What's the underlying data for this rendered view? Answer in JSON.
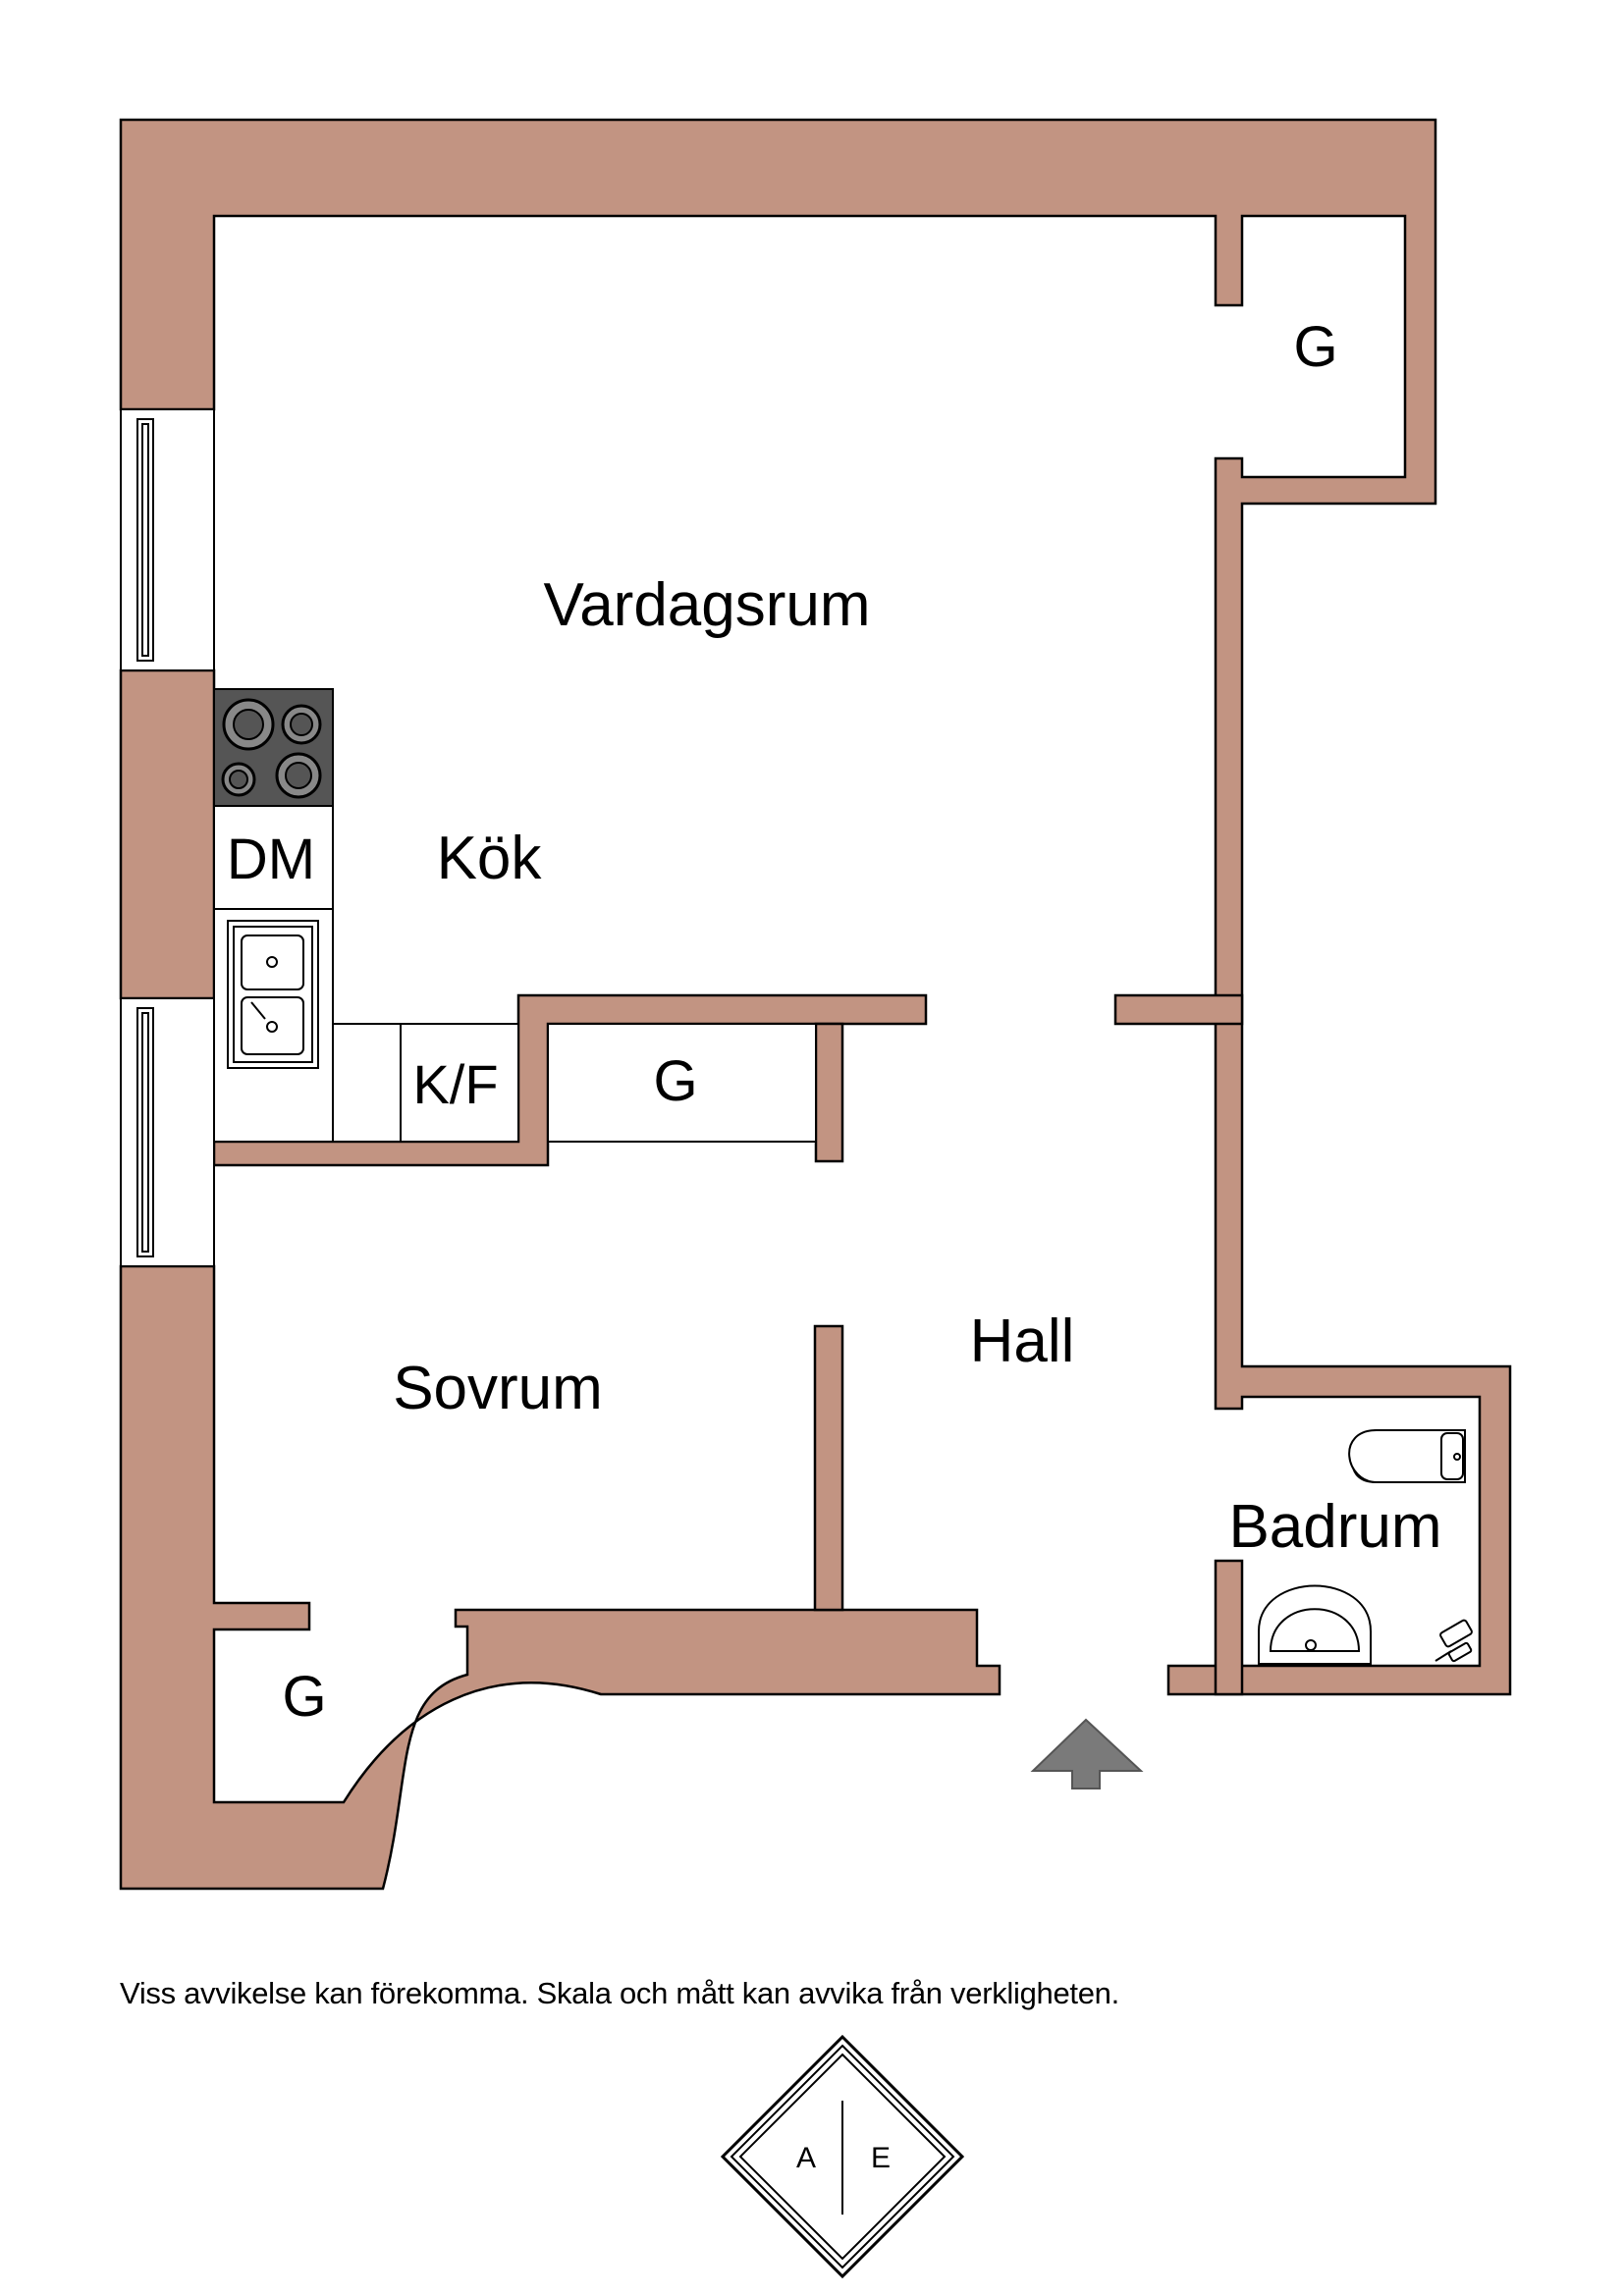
{
  "colors": {
    "wall": "#c29482",
    "outline": "#000000",
    "stove": "#555555",
    "arrow": "#7a7a7a",
    "background": "#ffffff"
  },
  "rooms": {
    "vardagsrum": "Vardagsrum",
    "kok": "Kök",
    "hall": "Hall",
    "sovrum": "Sovrum",
    "badrum": "Badrum",
    "closet_top_right": "G",
    "closet_middle": "G",
    "closet_bottom_left": "G"
  },
  "fixtures": {
    "dishwasher": "DM",
    "fridge_freezer": "K/F"
  },
  "icons": [
    "stove-icon",
    "sink-icon",
    "toilet-icon",
    "washbasin-icon",
    "shower-icon",
    "window-icon",
    "entrance-arrow-icon"
  ],
  "footer": {
    "disclaimer": "Viss avvikelse kan förekomma. Skala och mått kan avvika från verkligheten."
  },
  "logo": {
    "left": "A",
    "right": "E"
  }
}
